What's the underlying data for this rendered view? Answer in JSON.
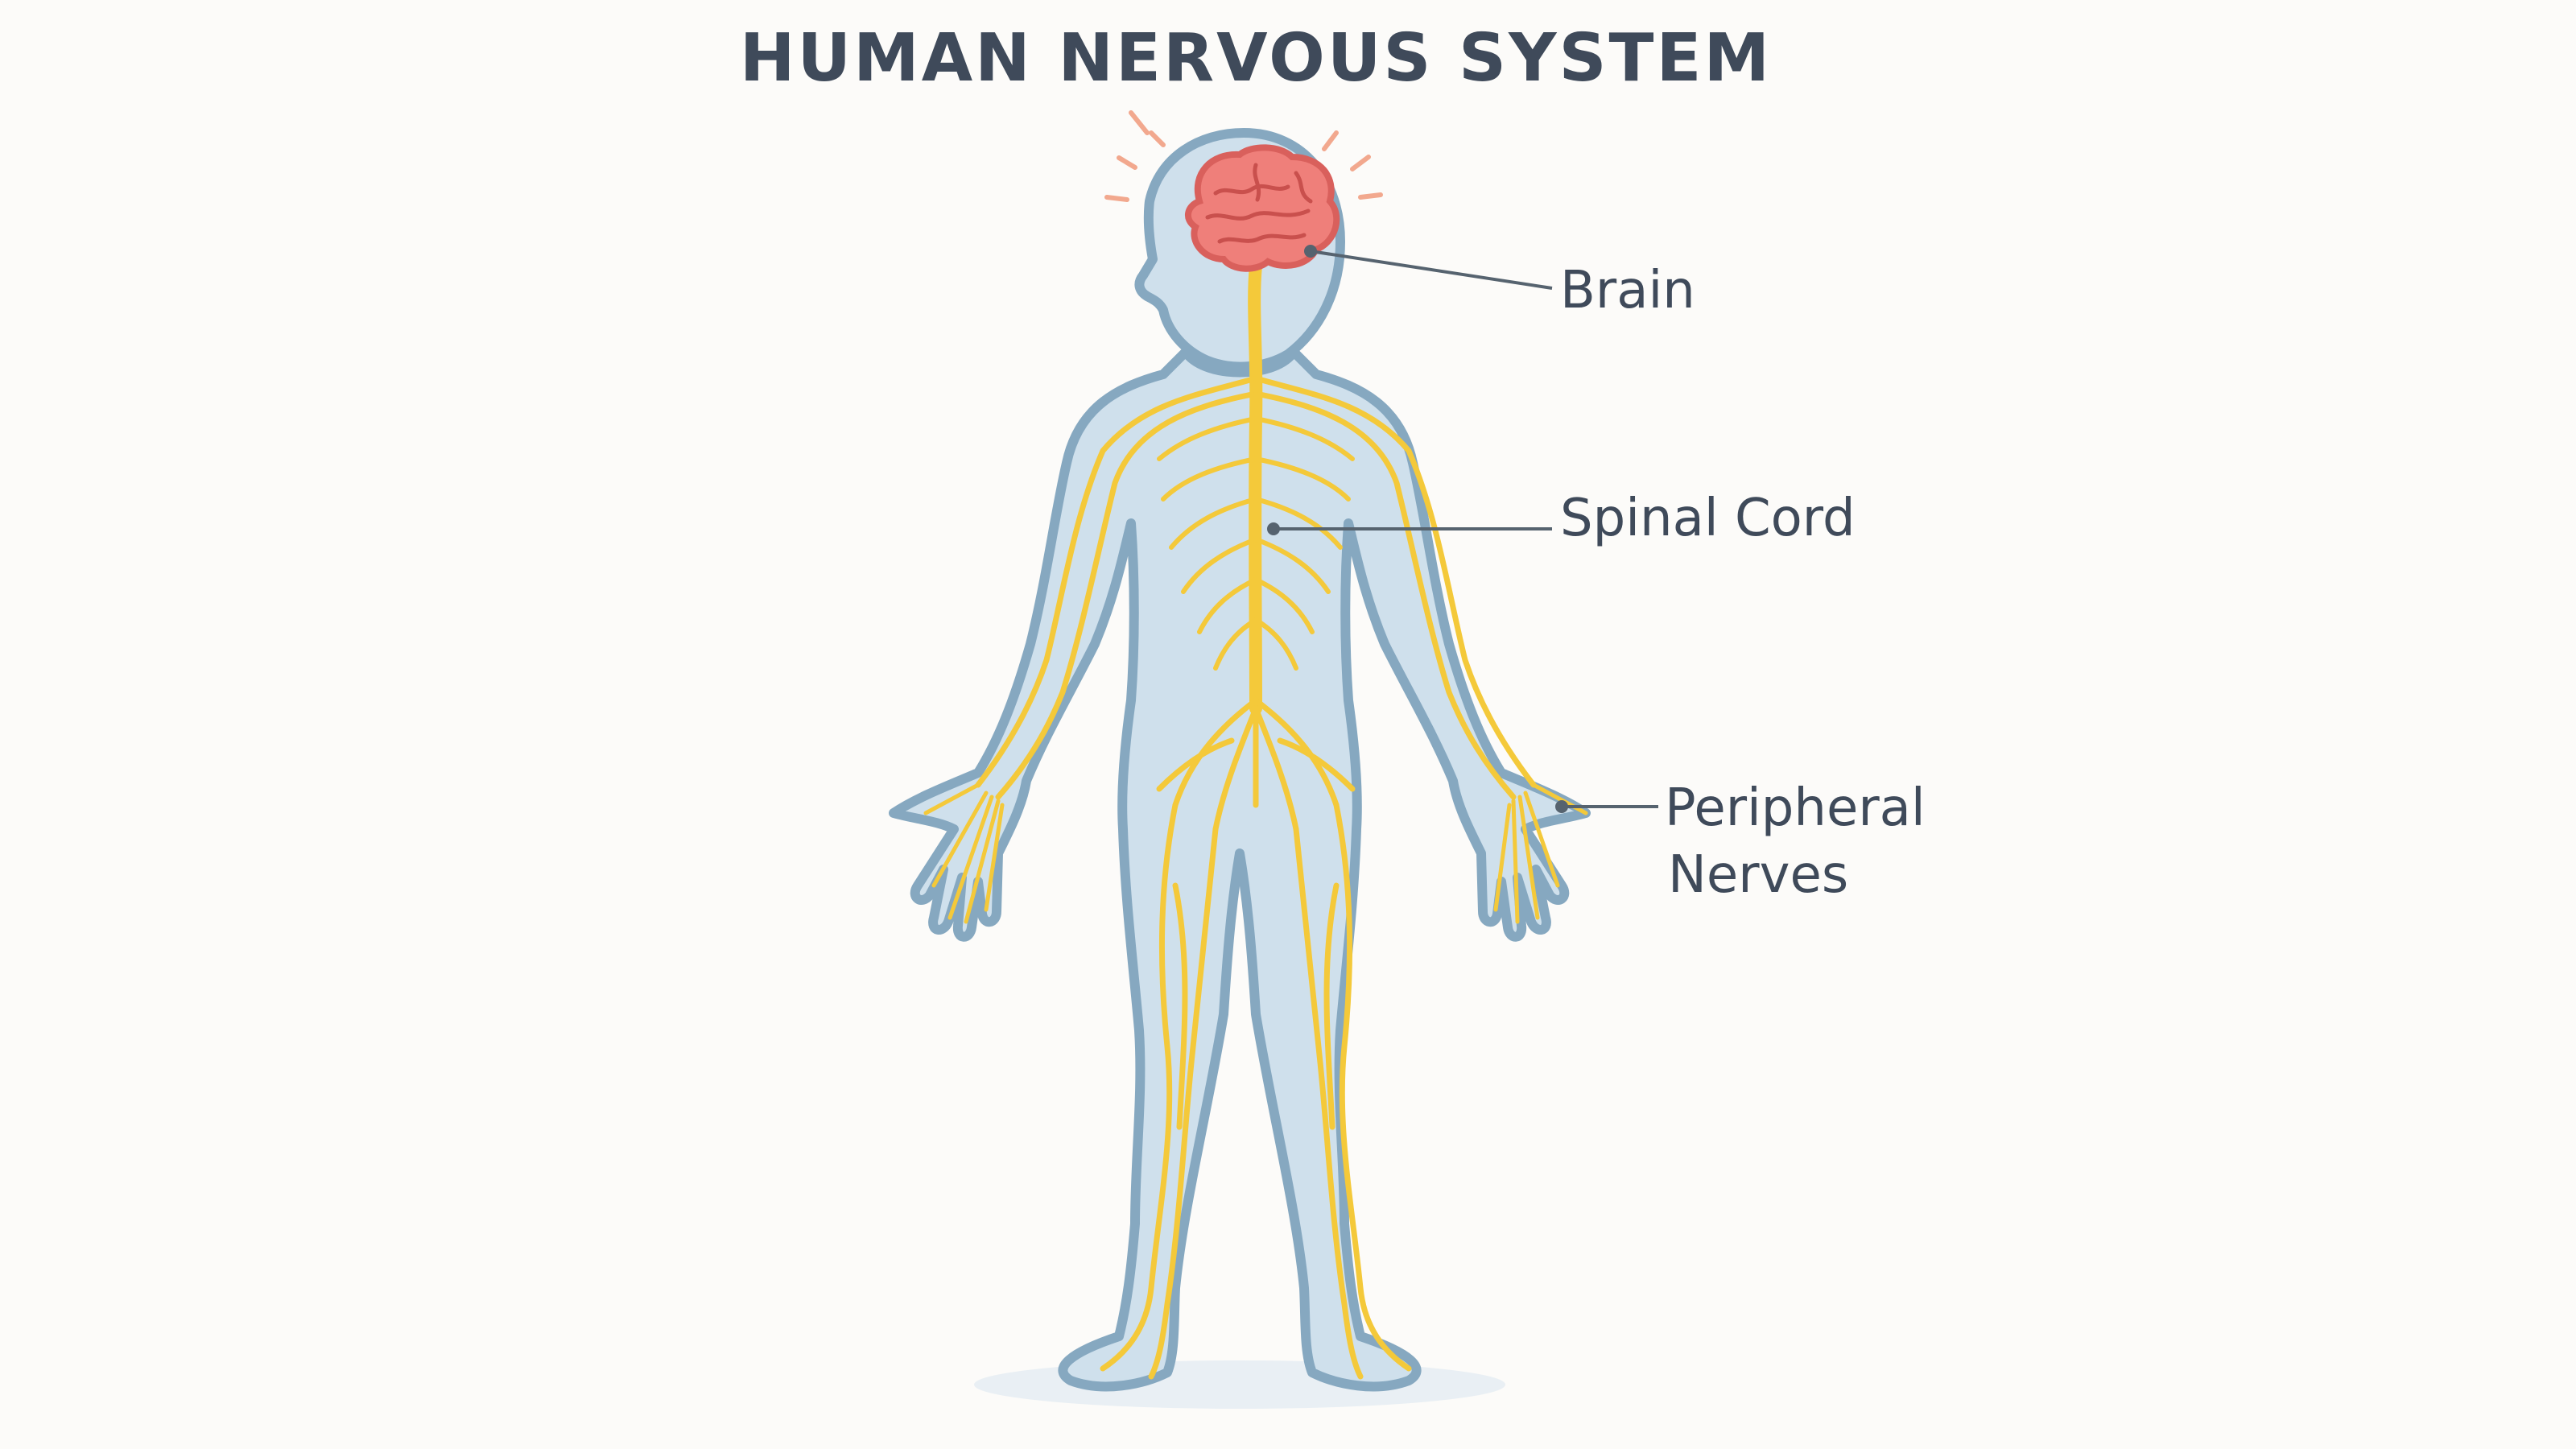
{
  "title": "HUMAN NERVOUS SYSTEM",
  "labels": {
    "brain": "Brain",
    "spinal_cord": "Spinal Cord",
    "peripheral_line1": "Peripheral",
    "peripheral_line2": "Nerves"
  },
  "colors": {
    "background": "#fcfbf9",
    "text": "#3f4a5a",
    "body_fill": "#cfe0ec",
    "body_outline": "#86a8c0",
    "nerve": "#f4c93a",
    "brain": "#ef7f7a",
    "brain_outline": "#d9605c",
    "leader_line": "#56636f"
  },
  "icons": [
    "brain-icon",
    "human-body-silhouette"
  ]
}
